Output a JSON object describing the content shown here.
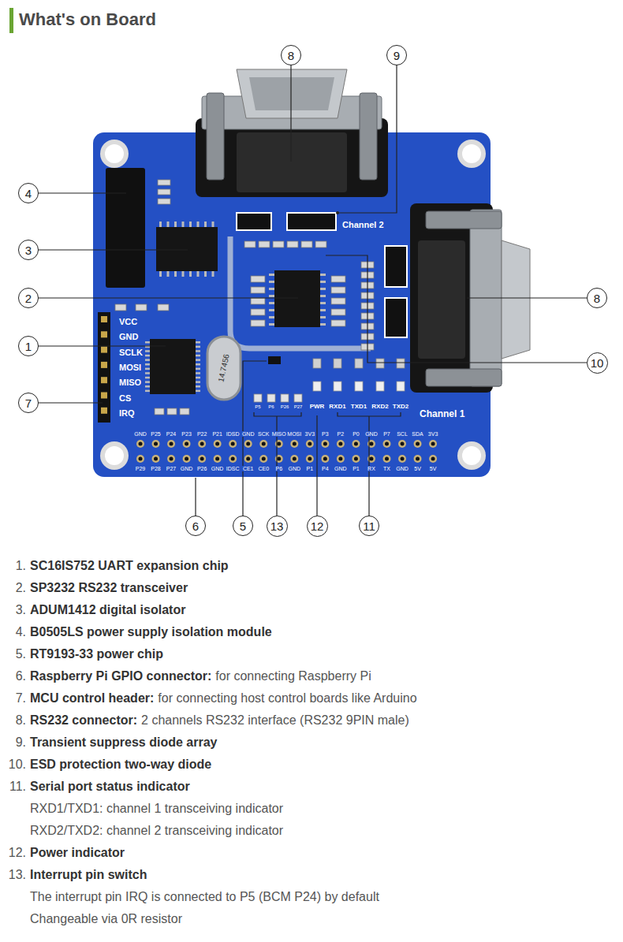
{
  "diagram": {
    "title": "What's on Board",
    "nodes": [
      {
        "text": [
          "8"
        ]
      },
      {
        "text": [
          "9"
        ]
      },
      {
        "text": [
          "4"
        ]
      },
      {
        "text": [
          "3"
        ]
      },
      {
        "text": [
          "2"
        ]
      },
      {
        "text": [
          "8"
        ]
      },
      {
        "text": [
          "1"
        ]
      },
      {
        "text": [
          "10"
        ]
      },
      {
        "text": [
          "7"
        ]
      },
      {
        "text": [
          "6"
        ]
      },
      {
        "text": [
          "5"
        ]
      },
      {
        "text": [
          "13"
        ]
      },
      {
        "text": [
          "12"
        ]
      },
      {
        "text": [
          "11"
        ]
      }
    ],
    "labels": [
      "VCC",
      "GND",
      "SCLK",
      "MOSI",
      "MISO",
      "CS",
      "IRQ",
      "14.7456",
      "Channel 2",
      "Channel 1",
      "PWR",
      "RXD1",
      "TXD1",
      "RXD2",
      "TXD2",
      "P5",
      "P6",
      "P26",
      "P27",
      "GND",
      "P25",
      "P24",
      "P23",
      "P22",
      "P21",
      "IDSD",
      "GND",
      "SCK",
      "MISO",
      "MOSI",
      "3V3",
      "P3",
      "P2",
      "P0",
      "GND",
      "P7",
      "SCL",
      "SDA",
      "3V3",
      "P29",
      "P28",
      "P27",
      "GND",
      "P26",
      "GND",
      "IDSC",
      "CE1",
      "CE0",
      "P6",
      "GND",
      "P1",
      "P4",
      "GND",
      "P1",
      "RX",
      "TX",
      "GND",
      "5V",
      "5V",
      "1.",
      "SC16IS752 UART expansion chip",
      "2.",
      "SP3232 RS232 transceiver",
      "3.",
      "ADUM1412 digital isolator",
      "4.",
      "B0505LS power supply isolation module",
      "5.",
      "RT9193-33 power chip",
      "6.",
      "Raspberry Pi GPIO connector:",
      "for connecting Raspberry Pi",
      "7.",
      "MCU control header:",
      "for connecting host control boards like Arduino",
      "8.",
      "RS232 connector:",
      "2 channels RS232 interface (RS232 9PIN male)",
      "9.",
      "Transient suppress diode array",
      "10.",
      "ESD protection two-way diode",
      "11.",
      "Serial port status indicator",
      "RXD1/TXD1: channel 1 transceiving indicator",
      "RXD2/TXD2: channel 2 transceiving indicator",
      "12.",
      "Power indicator",
      "13.",
      "Interrupt pin switch",
      "The interrupt pin IRQ is connected to P5 (BCM P24) by default",
      "Changeable via 0R resistor"
    ]
  }
}
